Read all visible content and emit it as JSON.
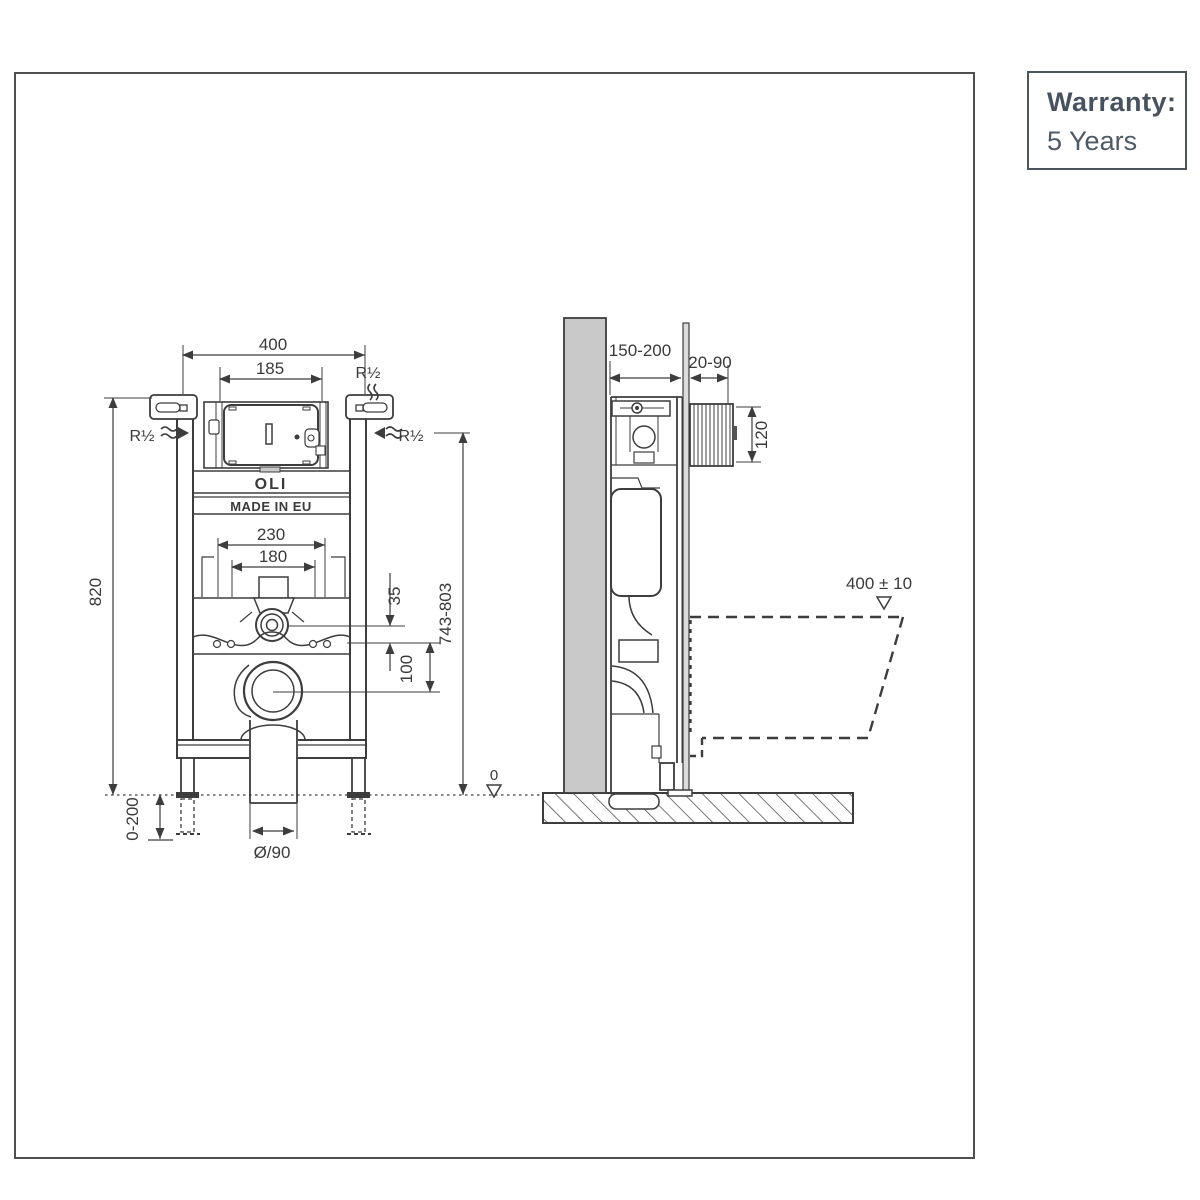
{
  "warranty": {
    "label": "Warranty:",
    "value": "5 Years"
  },
  "drawing": {
    "brand": "OLI",
    "made_in": "MADE IN EU",
    "front": {
      "overall_width": "400",
      "plate_width": "185",
      "frame_height": "820",
      "fixing_width_outer": "230",
      "fixing_width_inner": "180",
      "flush_offset": "35",
      "outlet_offset": "100",
      "flush_pipe_height": "743-803",
      "foot_adjust": "0-200",
      "outlet_diameter": "Ø/90",
      "floor_datum": "0",
      "supply_left": "R½",
      "supply_right": "R½",
      "supply_top": "R½"
    },
    "side": {
      "frame_depth": "150-200",
      "wall_finish_depth": "20-90",
      "plate_box_height": "120",
      "pan_top_height": "400 ± 10"
    },
    "colors": {
      "line": "#3d3d3d",
      "wall_fill": "#c9c9c9",
      "warranty_text": "#47525e",
      "border": "#4f4f4f"
    }
  }
}
